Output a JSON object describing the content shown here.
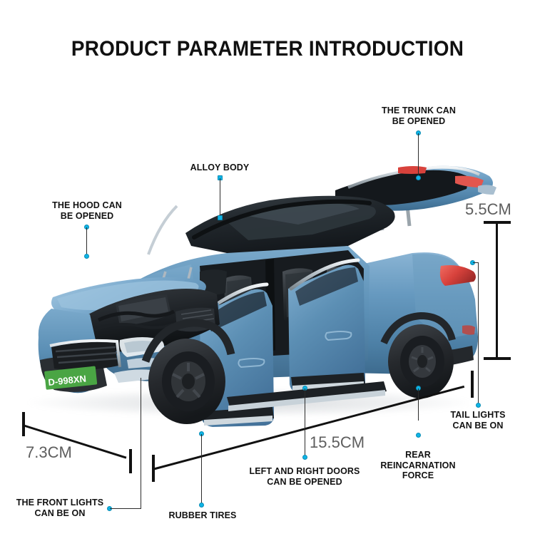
{
  "page": {
    "title": "PRODUCT PARAMETER INTRODUCTION",
    "background_color": "#ffffff",
    "marker_color": "#0fb4e6",
    "text_color": "#121212",
    "dimension_text_color": "#5e5e5e"
  },
  "callouts": {
    "hood": "THE HOOD CAN\nBE OPENED",
    "alloy_body": "ALLOY BODY",
    "trunk": "THE TRUNK CAN\nBE OPENED",
    "tail_lights": "TAIL LIGHTS\nCAN BE ON",
    "rear_force": "REAR\nREINCARNATION\nFORCE",
    "doors": "LEFT AND RIGHT DOORS\nCAN BE OPENED",
    "rubber_tires": "RUBBER TIRES",
    "front_lights": "THE FRONT LIGHTS\nCAN BE ON"
  },
  "dimensions": {
    "height": "5.5CM",
    "width_front": "7.3CM",
    "length": "15.5CM"
  },
  "vehicle": {
    "type": "die-cast SUV model",
    "body_color": "#5b8fb5",
    "body_color_light": "#86b2d0",
    "body_color_dark": "#3f6b8d",
    "roof_color": "#1d2226",
    "wheel_color": "#2a2d31",
    "tail_light_color": "#d8423c",
    "license_plate": "D-998XN",
    "license_plate_color": "#4aa544"
  }
}
